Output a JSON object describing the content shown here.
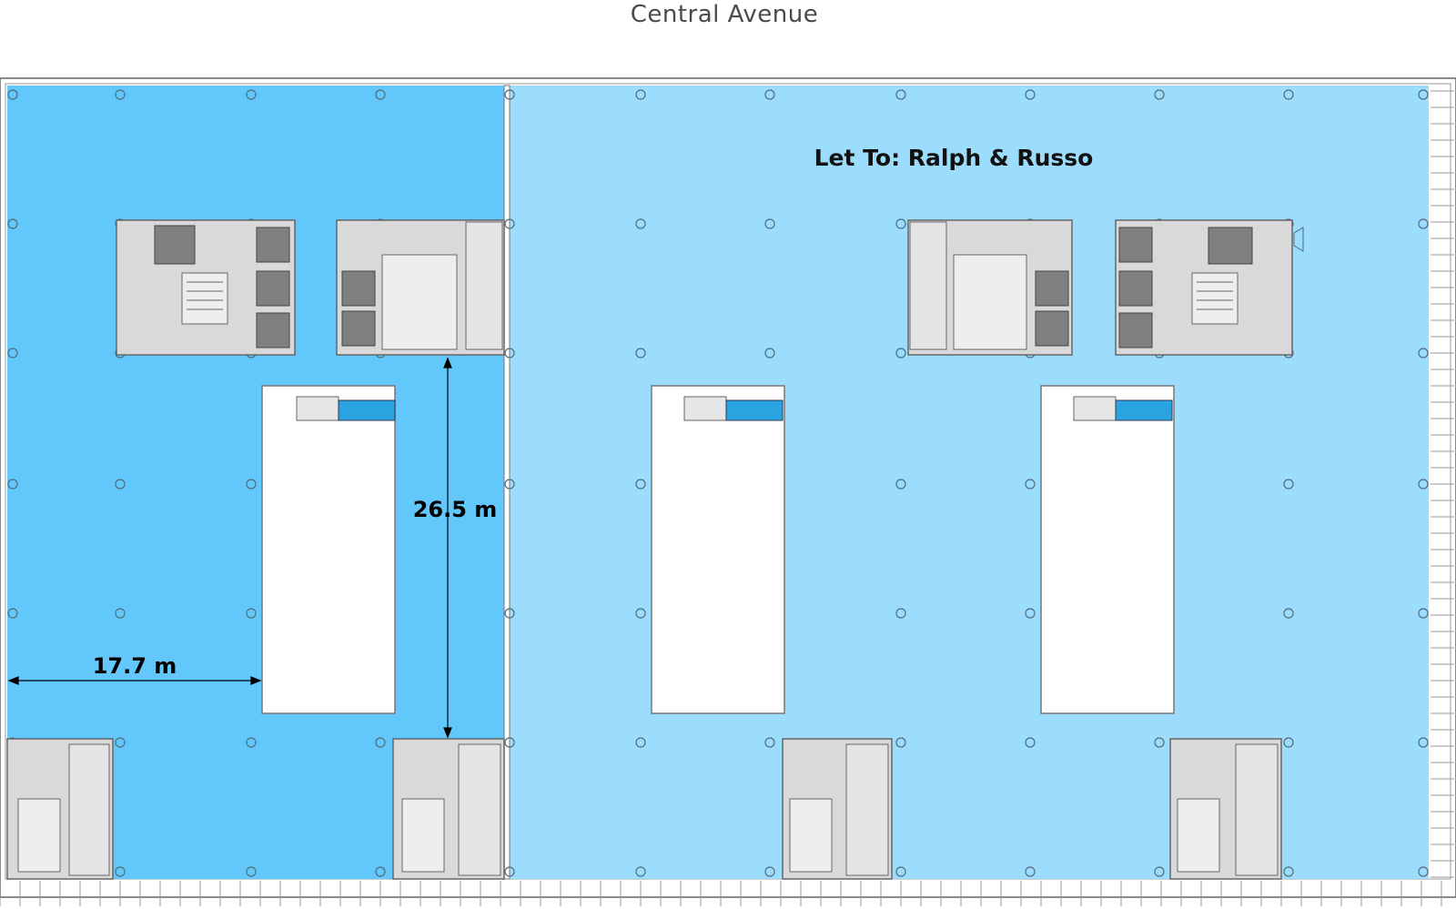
{
  "street_label": "Central Avenue",
  "tenant_label": "Let To: Ralph & Russo",
  "dimensions": {
    "width_label": "17.7 m",
    "depth_label": "26.5 m"
  },
  "colors": {
    "available_space": "#62c8fb",
    "let_space": "#9cdcfc",
    "core_fill": "#d9d9d9",
    "lift_fill": "#7f7f7f",
    "atrium_fill": "#ffffff",
    "stair_accent": "#2aa4e0",
    "outline": "#555555"
  }
}
